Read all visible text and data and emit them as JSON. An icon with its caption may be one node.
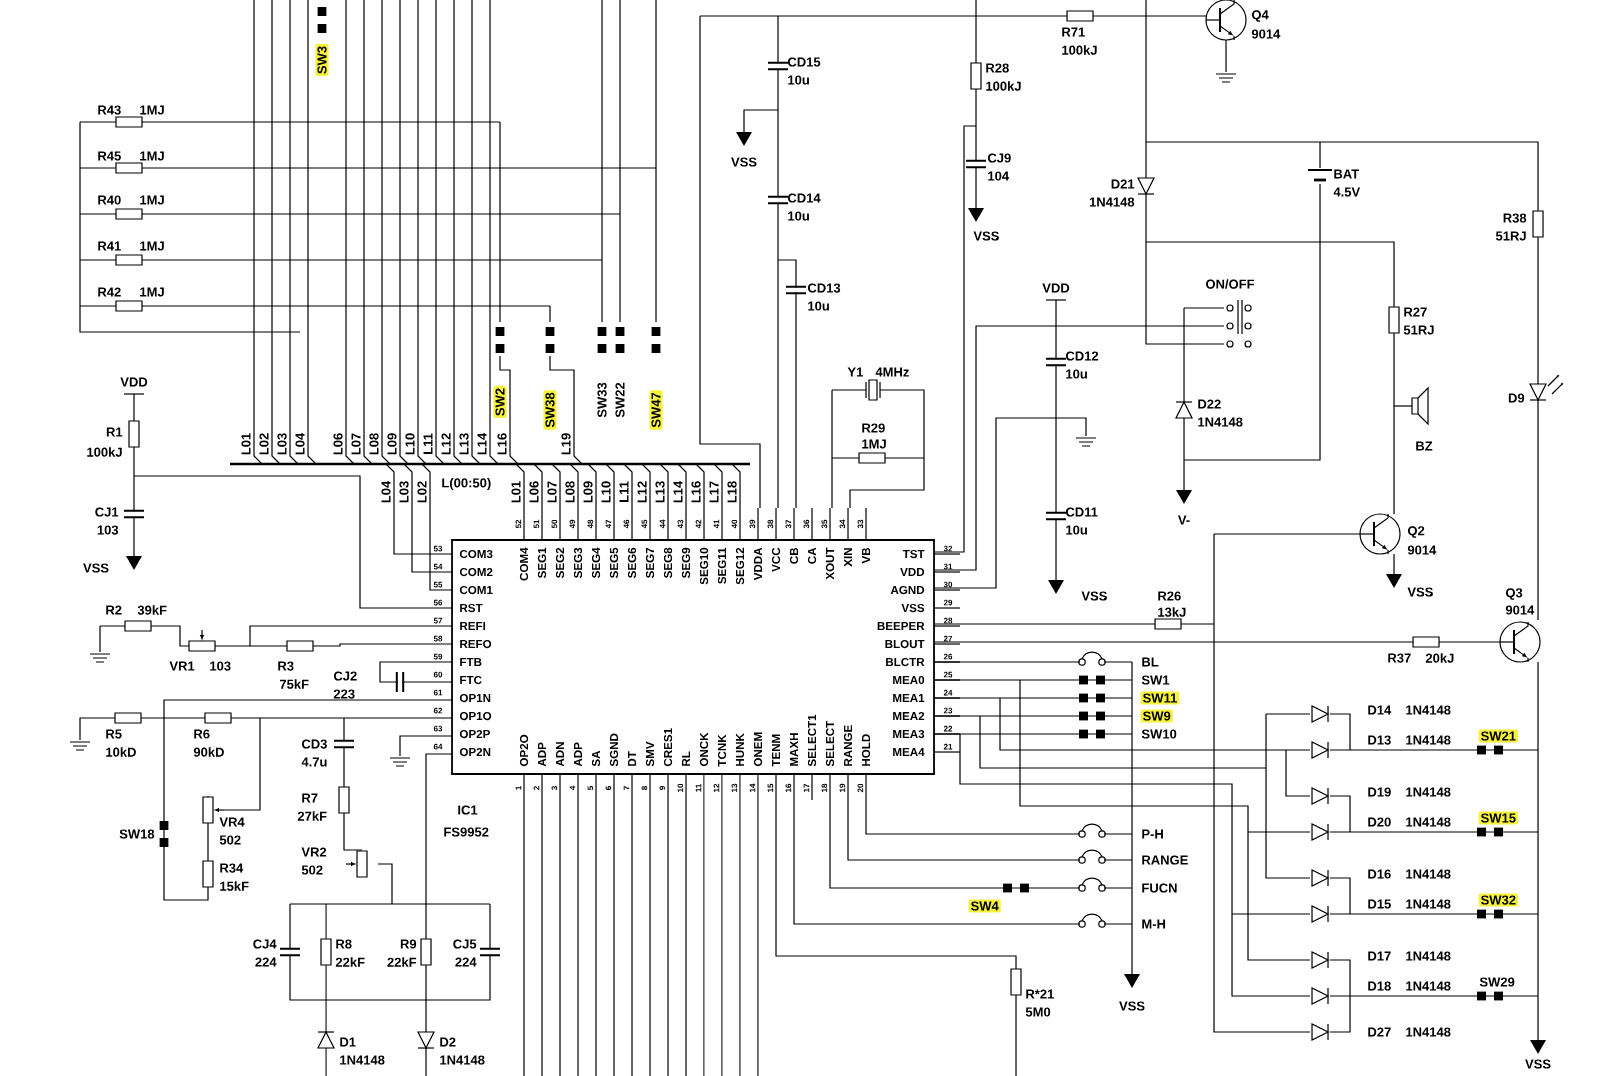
{
  "diagram": {
    "nodes": [
      {
        "text": [
          "COM3",
          "COM2",
          "COM1",
          "RST",
          "REFI",
          "REFO",
          "FTB",
          "FTC",
          "OP1N",
          "OP1O",
          "OP2P",
          "OP2N",
          "COM4",
          "SEG1",
          "SEG2",
          "SEG3",
          "SEG4",
          "SEG5",
          "SEG6",
          "SEG7",
          "SEG8",
          "SEG9",
          "SEG10",
          "SEG11",
          "SEG12",
          "VDDA",
          "VCC",
          "CB",
          "CA",
          "XOUT",
          "XIN",
          "VB",
          "TST",
          "VDD",
          "AGND",
          "VSS",
          "BEEPER",
          "BLOUT",
          "BLCTR",
          "MEA0",
          "MEA1",
          "MEA2",
          "MEA3",
          "MEA4",
          "OP2O",
          "ADP",
          "ADN",
          "ADP",
          "SA",
          "SGND",
          "DT",
          "SMV",
          "CRES1",
          "RL",
          "ONCK",
          "TCNK",
          "HUNK",
          "ONEM",
          "TENM",
          "MAXH",
          "SELECT1",
          "SELECT",
          "RANGE",
          "HOLD",
          "IC1",
          "FS9952"
        ]
      }
    ],
    "labels": [
      "SW3",
      "R43",
      "1MJ",
      "R45",
      "1MJ",
      "R40",
      "1MJ",
      "R41",
      "1MJ",
      "R42",
      "1MJ",
      "L01",
      "L02",
      "L03",
      "L04",
      "L06",
      "L07",
      "L08",
      "L09",
      "L10",
      "L11",
      "L12",
      "L13",
      "L14",
      "L16",
      "L19",
      "SW2",
      "SW38",
      "SW33",
      "SW22",
      "SW47",
      "L04",
      "L03",
      "L02",
      "L(00:50)",
      "L01",
      "L06",
      "L07",
      "L08",
      "L09",
      "L10",
      "L11",
      "L12",
      "L13",
      "L14",
      "L16",
      "L17",
      "L18",
      "VDD",
      "R1",
      "100kJ",
      "CJ1",
      "103",
      "VSS",
      "R2",
      "39kF",
      "VR1",
      "103",
      "R3",
      "75kF",
      "CJ2",
      "223",
      "R5",
      "10kD",
      "R6",
      "90kD",
      "CD3",
      "4.7u",
      "R7",
      "27kF",
      "VR4",
      "502",
      "SW18",
      "R34",
      "15kF",
      "VR2",
      "502",
      "CJ4",
      "224",
      "R8",
      "22kF",
      "R9",
      "22kF",
      "CJ5",
      "224",
      "D1",
      "1N4148",
      "D2",
      "1N4148",
      "CD15",
      "10u",
      "VSS",
      "CD14",
      "10u",
      "CD13",
      "10u",
      "R71",
      "100kJ",
      "Q4",
      "9014",
      "R28",
      "100kJ",
      "CJ9",
      "104",
      "VSS",
      "D21",
      "1N4148",
      "BAT",
      "4.5V",
      "R38",
      "51RJ",
      "ON/OFF",
      "VDD",
      "R27",
      "51RJ",
      "Y1",
      "4MHz",
      "CD12",
      "10u",
      "D22",
      "1N4148",
      "D9",
      "BZ",
      "R29",
      "1MJ",
      "V-",
      "CD11",
      "10u",
      "Q2",
      "9014",
      "VSS",
      "R26",
      "13kJ",
      "VSS",
      "Q3",
      "9014",
      "R37",
      "20kJ",
      "BL",
      "SW1",
      "SW11",
      "SW9",
      "SW10",
      "D14",
      "1N4148",
      "D13",
      "1N4148",
      "SW21",
      "D19",
      "1N4148",
      "D20",
      "1N4148",
      "SW15",
      "P-H",
      "RANGE",
      "D16",
      "1N4148",
      "FUCN",
      "SW4",
      "D15",
      "1N4148",
      "SW32",
      "M-H",
      "D17",
      "1N4148",
      "VSS",
      "D18",
      "1N4148",
      "SW29",
      "R*21",
      "5M0",
      "D27",
      "1N4148",
      "VSS",
      "53",
      "54",
      "55",
      "56",
      "57",
      "58",
      "59",
      "60",
      "61",
      "62",
      "63",
      "64",
      "52",
      "51",
      "50",
      "49",
      "48",
      "47",
      "46",
      "45",
      "44",
      "43",
      "42",
      "41",
      "40",
      "39",
      "38",
      "37",
      "36",
      "35",
      "34",
      "33",
      "32",
      "31",
      "30",
      "29",
      "28",
      "27",
      "26",
      "25",
      "24",
      "23",
      "22",
      "21",
      "1",
      "2",
      "3",
      "4",
      "5",
      "6",
      "7",
      "8",
      "9",
      "10",
      "11",
      "12",
      "13",
      "14",
      "15",
      "16",
      "17",
      "18",
      "19",
      "20"
    ]
  }
}
